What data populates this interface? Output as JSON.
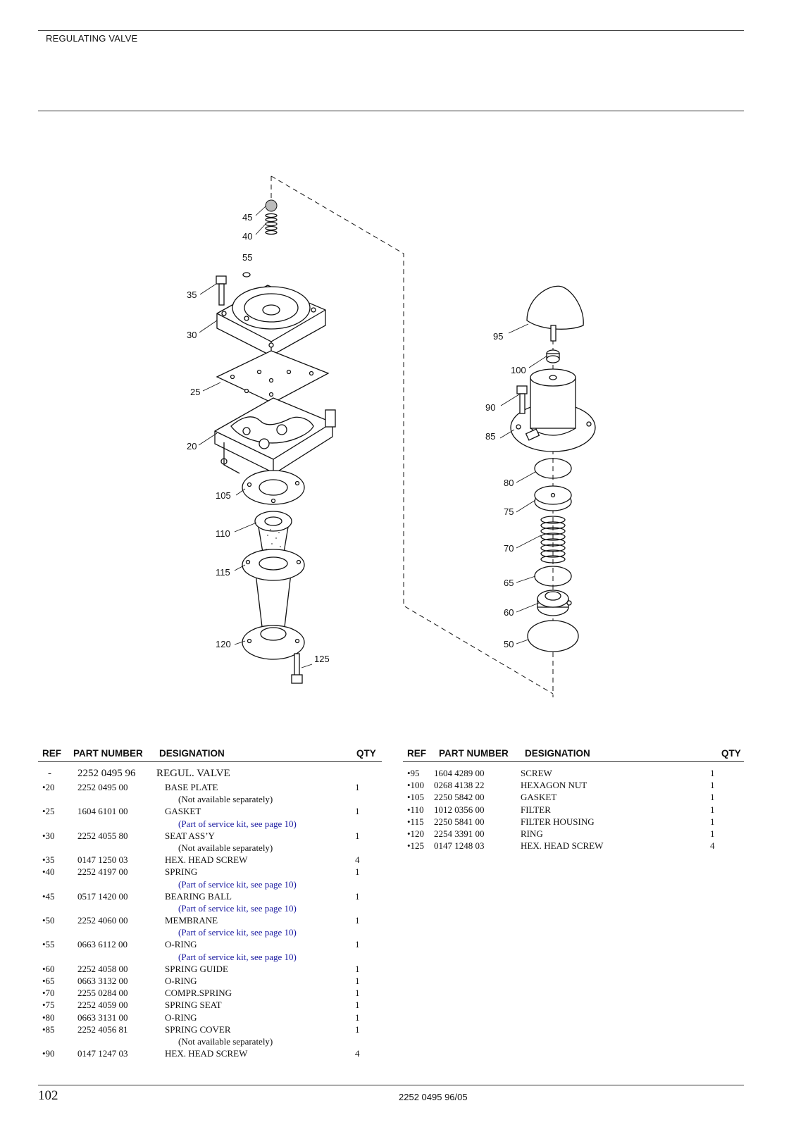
{
  "header": {
    "title": "REGULATING VALVE"
  },
  "diagram": {
    "callouts": [
      "45",
      "40",
      "55",
      "35",
      "30",
      "25",
      "20",
      "105",
      "110",
      "115",
      "120",
      "125",
      "95",
      "100",
      "90",
      "85",
      "80",
      "75",
      "70",
      "65",
      "60",
      "50"
    ]
  },
  "table": {
    "headers": {
      "ref": "REF",
      "part": "PART NUMBER",
      "designation": "DESIGNATION",
      "qty": "QTY"
    },
    "left": [
      {
        "ref": "-",
        "part": "2252 0495 96",
        "designation": "REGUL. VALVE",
        "qty": "",
        "main": true
      },
      {
        "ref": "•20",
        "part": "2252 0495 00",
        "designation": "BASE PLATE",
        "qty": "1"
      },
      {
        "note": "(Not available separately)",
        "service": false
      },
      {
        "ref": "•25",
        "part": "1604 6101 00",
        "designation": "GASKET",
        "qty": "1"
      },
      {
        "note": "(Part of service kit, see page 10)",
        "service": true
      },
      {
        "ref": "•30",
        "part": "2252 4055 80",
        "designation": "SEAT ASS’Y",
        "qty": "1"
      },
      {
        "note": "(Not available separately)",
        "service": false
      },
      {
        "ref": "•35",
        "part": "0147 1250 03",
        "designation": "HEX. HEAD SCREW",
        "qty": "4"
      },
      {
        "ref": "•40",
        "part": "2252 4197 00",
        "designation": "SPRING",
        "qty": "1"
      },
      {
        "note": "(Part of service kit, see page 10)",
        "service": true
      },
      {
        "ref": "•45",
        "part": "0517 1420 00",
        "designation": "BEARING BALL",
        "qty": "1"
      },
      {
        "note": "(Part of service kit, see page 10)",
        "service": true
      },
      {
        "ref": "•50",
        "part": "2252 4060 00",
        "designation": "MEMBRANE",
        "qty": "1"
      },
      {
        "note": "(Part of service kit, see page 10)",
        "service": true
      },
      {
        "ref": "•55",
        "part": "0663 6112 00",
        "designation": "O-RING",
        "qty": "1"
      },
      {
        "note": "(Part of service kit, see page 10)",
        "service": true
      },
      {
        "ref": "•60",
        "part": "2252 4058 00",
        "designation": "SPRING GUIDE",
        "qty": "1"
      },
      {
        "ref": "•65",
        "part": "0663 3132 00",
        "designation": "O-RING",
        "qty": "1"
      },
      {
        "ref": "•70",
        "part": "2255 0284 00",
        "designation": "COMPR.SPRING",
        "qty": "1"
      },
      {
        "ref": "•75",
        "part": "2252 4059 00",
        "designation": "SPRING SEAT",
        "qty": "1"
      },
      {
        "ref": "•80",
        "part": "0663 3131 00",
        "designation": "O-RING",
        "qty": "1"
      },
      {
        "ref": "•85",
        "part": "2252 4056 81",
        "designation": "SPRING COVER",
        "qty": "1"
      },
      {
        "note": "(Not available separately)",
        "service": false
      },
      {
        "ref": "•90",
        "part": "0147 1247 03",
        "designation": "HEX. HEAD SCREW",
        "qty": "4"
      }
    ],
    "right": [
      {
        "ref": "•95",
        "part": "1604 4289 00",
        "designation": "SCREW",
        "qty": "1"
      },
      {
        "ref": "•100",
        "part": "0268 4138 22",
        "designation": "HEXAGON NUT",
        "qty": "1"
      },
      {
        "ref": "•105",
        "part": "2250 5842 00",
        "designation": "GASKET",
        "qty": "1"
      },
      {
        "ref": "•110",
        "part": "1012 0356 00",
        "designation": "FILTER",
        "qty": "1"
      },
      {
        "ref": "•115",
        "part": "2250 5841 00",
        "designation": "FILTER HOUSING",
        "qty": "1"
      },
      {
        "ref": "•120",
        "part": "2254 3391 00",
        "designation": "RING",
        "qty": "1"
      },
      {
        "ref": "•125",
        "part": "0147 1248 03",
        "designation": "HEX. HEAD SCREW",
        "qty": "4"
      }
    ]
  },
  "footer": {
    "page_number": "102",
    "doc_code": "2252 0495 96/05"
  },
  "colors": {
    "service_note": "#1a1aa0",
    "rule": "#333333"
  }
}
